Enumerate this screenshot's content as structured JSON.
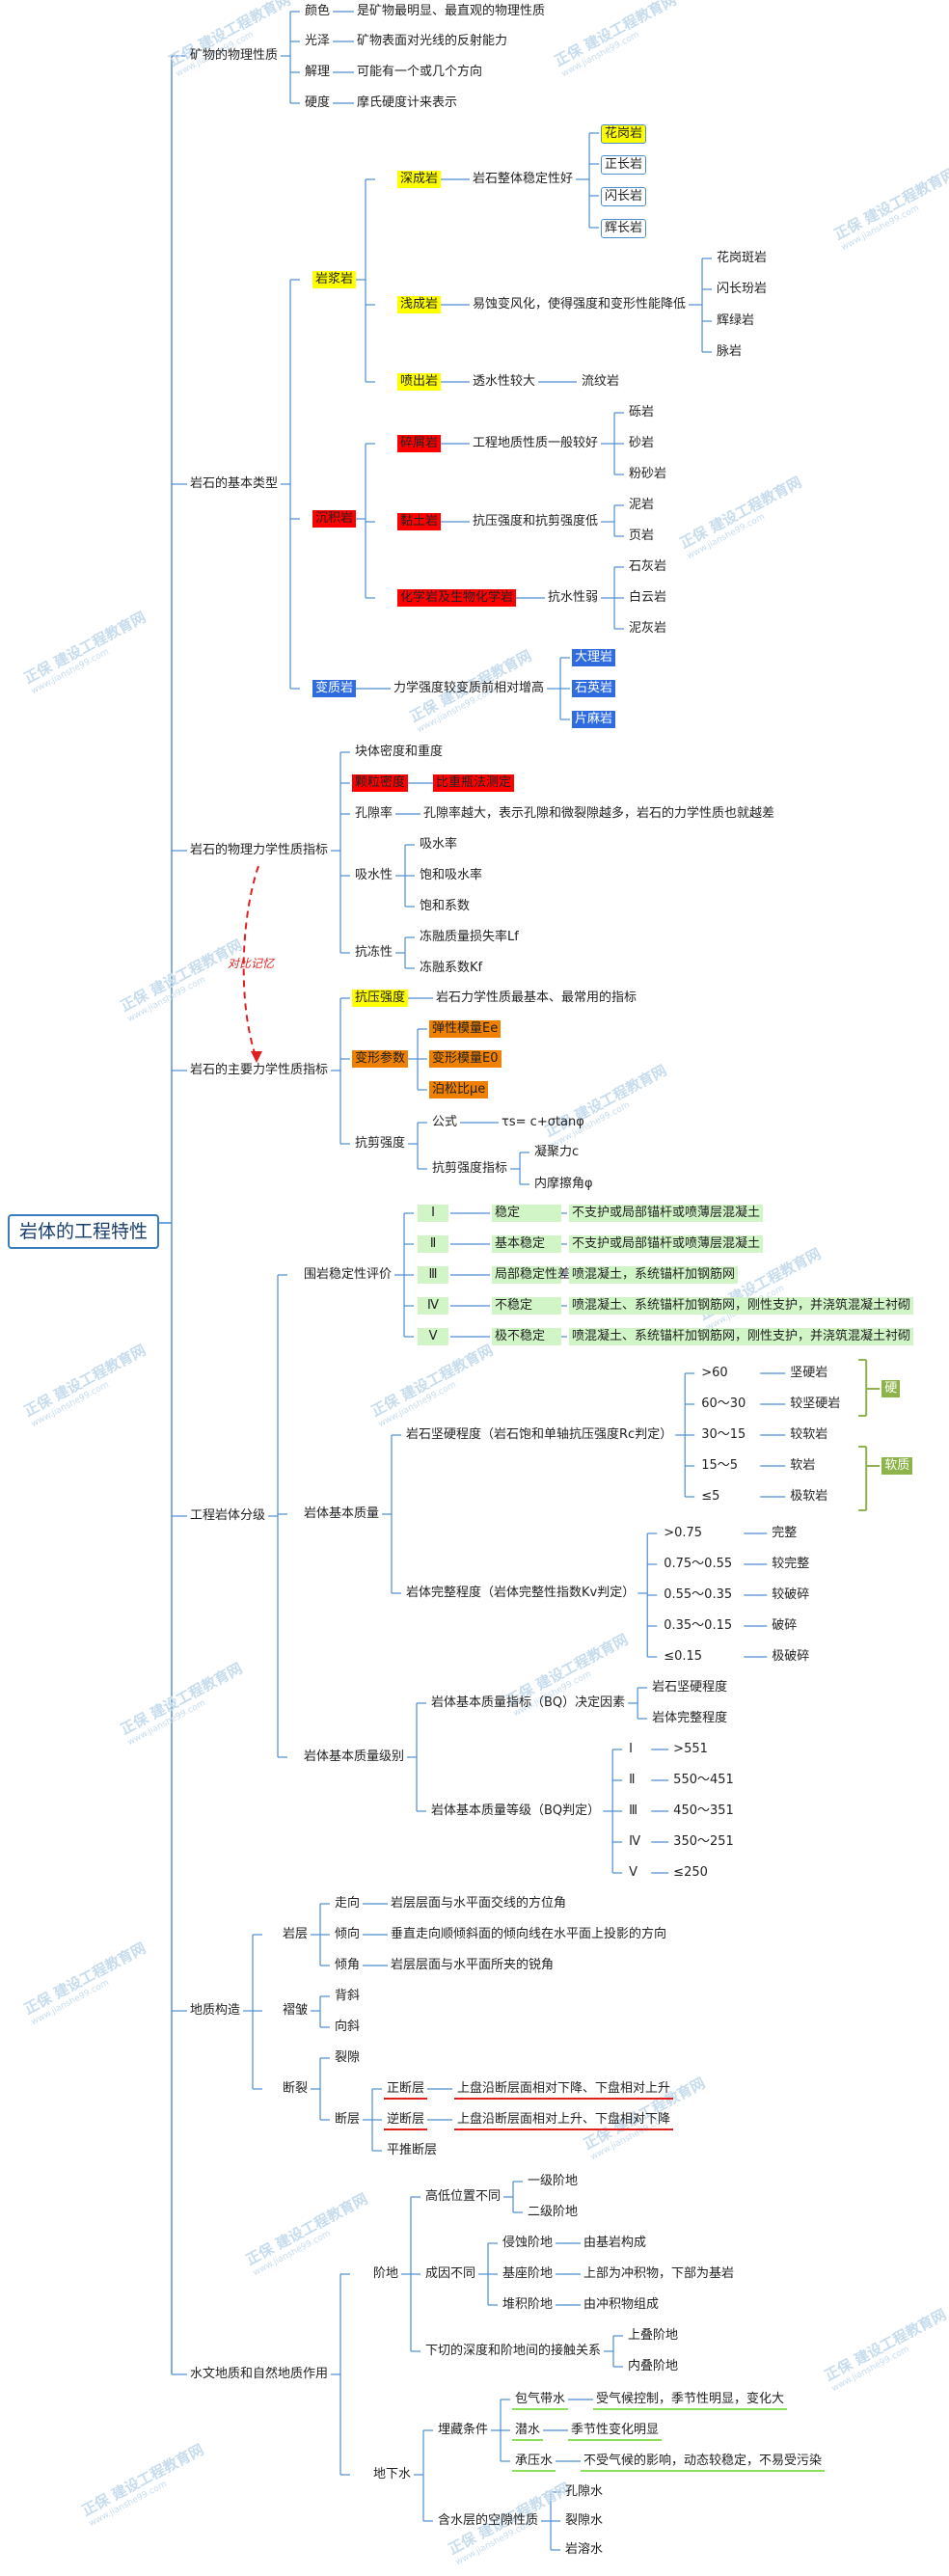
{
  "root": {
    "label": "岩体的工程特性"
  },
  "watermark": {
    "cn": "正保",
    "sub": "建设工程教育网",
    "url": "www.jianshe99.com"
  },
  "relation_note": "对比记忆",
  "mineral": {
    "label": "矿物的物理性质",
    "items": [
      {
        "k": "颜色",
        "v": "是矿物最明显、最直观的物理性质"
      },
      {
        "k": "光泽",
        "v": "矿物表面对光线的反射能力"
      },
      {
        "k": "解理",
        "v": "可能有一个或几个方向"
      },
      {
        "k": "硬度",
        "v": "摩氏硬度计来表示"
      }
    ]
  },
  "rocktypes": {
    "label": "岩石的基本类型",
    "igneous": {
      "label": "岩浆岩",
      "deep": {
        "label": "深成岩",
        "desc": "岩石整体稳定性好",
        "rocks": [
          "花岗岩",
          "正长岩",
          "闪长岩",
          "辉长岩"
        ]
      },
      "shallow": {
        "label": "浅成岩",
        "desc": "易蚀变风化，使得强度和变形性能降低",
        "rocks": [
          "花岗斑岩",
          "闪长玢岩",
          "辉绿岩",
          "脉岩"
        ]
      },
      "extrusive": {
        "label": "喷出岩",
        "desc": "透水性较大",
        "rocks": [
          "流纹岩"
        ]
      }
    },
    "sedimentary": {
      "label": "沉积岩",
      "clastic": {
        "label": "碎屑岩",
        "desc": "工程地质性质一般较好",
        "rocks": [
          "砾岩",
          "砂岩",
          "粉砂岩"
        ]
      },
      "clay": {
        "label": "黏土岩",
        "desc": "抗压强度和抗剪强度低",
        "rocks": [
          "泥岩",
          "页岩"
        ]
      },
      "chemical": {
        "label": "化学岩及生物化学岩",
        "desc": "抗水性弱",
        "rocks": [
          "石灰岩",
          "白云岩",
          "泥灰岩"
        ]
      }
    },
    "metamorphic": {
      "label": "变质岩",
      "desc": "力学强度较变质前相对增高",
      "rocks": [
        "大理岩",
        "石英岩",
        "片麻岩"
      ]
    }
  },
  "physical": {
    "label": "岩石的物理力学性质指标",
    "density": "块体密度和重度",
    "specific": {
      "k": "颗粒密度",
      "v": "比重瓶法测定"
    },
    "porosity": {
      "k": "孔隙率",
      "v": "孔隙率越大，表示孔隙和微裂隙越多，岩石的力学性质也就越差"
    },
    "absorption": {
      "k": "吸水性",
      "items": [
        "吸水率",
        "饱和吸水率",
        "饱和系数"
      ]
    },
    "frost": {
      "k": "抗冻性",
      "items": [
        "冻融质量损失率Lf",
        "冻融系数Kf"
      ]
    }
  },
  "mechanical": {
    "label": "岩石的主要力学性质指标",
    "compressive": {
      "k": "抗压强度",
      "v": "岩石力学性质最基本、最常用的指标"
    },
    "deformation": {
      "k": "变形参数",
      "items": [
        "弹性模量Ee",
        "变形模量E0",
        "泊松比μe"
      ]
    },
    "shear": {
      "k": "抗剪强度",
      "formula": {
        "k": "公式",
        "v": "τs= c+σtanφ"
      },
      "index": {
        "k": "抗剪强度指标",
        "items": [
          "凝聚力c",
          "内摩擦角φ"
        ]
      }
    }
  },
  "classification": {
    "label": "工程岩体分级",
    "stability": {
      "label": "围岩稳定性评价",
      "rows": [
        {
          "grade": "Ⅰ",
          "state": "稳定",
          "measure": "不支护或局部锚杆或喷薄层混凝土"
        },
        {
          "grade": "Ⅱ",
          "state": "基本稳定",
          "measure": "不支护或局部锚杆或喷薄层混凝土"
        },
        {
          "grade": "Ⅲ",
          "state": "局部稳定性差",
          "measure": "喷混凝土，系统锚杆加钢筋网"
        },
        {
          "grade": "Ⅳ",
          "state": "不稳定",
          "measure": "喷混凝土、系统锚杆加钢筋网，刚性支护，并浇筑混凝土衬砌"
        },
        {
          "grade": "Ⅴ",
          "state": "极不稳定",
          "measure": "喷混凝土、系统锚杆加钢筋网，刚性支护，并浇筑混凝土衬砌"
        }
      ]
    },
    "quality": {
      "label": "岩体基本质量",
      "hardness": {
        "label": "岩石坚硬程度（岩石饱和单轴抗压强度Rc判定）",
        "rows": [
          {
            "range": ">60",
            "name": "坚硬岩"
          },
          {
            "range": "60～30",
            "name": "较坚硬岩"
          },
          {
            "range": "30～15",
            "name": "较软岩"
          },
          {
            "range": "15～5",
            "name": "软岩"
          },
          {
            "range": "≤5",
            "name": "极软岩"
          }
        ],
        "groups": [
          "硬",
          "软质"
        ]
      },
      "integrity": {
        "label": "岩体完整程度（岩体完整性指数Kv判定）",
        "rows": [
          {
            "range": ">0.75",
            "name": "完整"
          },
          {
            "range": "0.75～0.55",
            "name": "较完整"
          },
          {
            "range": "0.55～0.35",
            "name": "较破碎"
          },
          {
            "range": "0.35～0.15",
            "name": "破碎"
          },
          {
            "range": "≤0.15",
            "name": "极破碎"
          }
        ]
      }
    },
    "grade": {
      "label": "岩体基本质量级别",
      "bq_factor": {
        "k": "岩体基本质量指标（BQ）决定因素",
        "items": [
          "岩石坚硬程度",
          "岩体完整程度"
        ]
      },
      "bq_grade": {
        "k": "岩体基本质量等级（BQ判定）",
        "rows": [
          {
            "grade": "Ⅰ",
            "range": ">551"
          },
          {
            "grade": "Ⅱ",
            "range": "550～451"
          },
          {
            "grade": "Ⅲ",
            "range": "450～351"
          },
          {
            "grade": "Ⅳ",
            "range": "350～251"
          },
          {
            "grade": "Ⅴ",
            "range": "≤250"
          }
        ]
      }
    }
  },
  "structure": {
    "label": "地质构造",
    "stratum": {
      "k": "岩层",
      "items": [
        {
          "k": "走向",
          "v": "岩层层面与水平面交线的方位角"
        },
        {
          "k": "倾向",
          "v": "垂直走向顺倾斜面的倾向线在水平面上投影的方向"
        },
        {
          "k": "倾角",
          "v": "岩层层面与水平面所夹的锐角"
        }
      ]
    },
    "fold": {
      "k": "褶皱",
      "items": [
        "背斜",
        "向斜"
      ]
    },
    "fracture": {
      "k": "断裂",
      "crack": "裂隙",
      "fault": {
        "k": "断层",
        "items": [
          {
            "k": "正断层",
            "v": "上盘沿断层面相对下降、下盘相对上升"
          },
          {
            "k": "逆断层",
            "v": "上盘沿断层面相对上升、下盘相对下降"
          },
          {
            "k": "平推断层",
            "v": ""
          }
        ]
      }
    }
  },
  "hydro": {
    "label": "水文地质和自然地质作用",
    "terrace": {
      "k": "阶地",
      "height": {
        "k": "高低位置不同",
        "items": [
          "一级阶地",
          "二级阶地"
        ]
      },
      "origin": {
        "k": "成因不同",
        "items": [
          {
            "k": "侵蚀阶地",
            "v": "由基岩构成"
          },
          {
            "k": "基座阶地",
            "v": "上部为冲积物，下部为基岩"
          },
          {
            "k": "堆积阶地",
            "v": "由冲积物组成"
          }
        ]
      },
      "cut": {
        "k": "下切的深度和阶地间的接触关系",
        "items": [
          "上叠阶地",
          "内叠阶地"
        ]
      }
    },
    "groundwater": {
      "k": "地下水",
      "burial": {
        "k": "埋藏条件",
        "items": [
          {
            "k": "包气带水",
            "v": "受气候控制，季节性明显，变化大"
          },
          {
            "k": "潜水",
            "v": "季节性变化明显"
          },
          {
            "k": "承压水",
            "v": "不受气候的影响，动态较稳定，不易受污染"
          }
        ]
      },
      "void": {
        "k": "含水层的空隙性质",
        "items": [
          "孔隙水",
          "裂隙水",
          "岩溶水"
        ]
      }
    }
  }
}
